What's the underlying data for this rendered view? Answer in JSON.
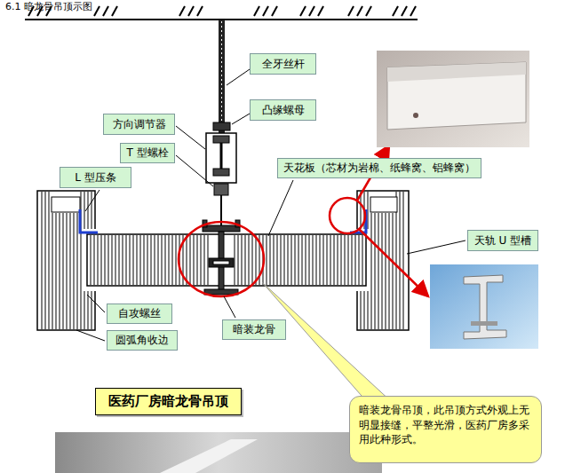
{
  "diagram": {
    "title": "6.1 暗龙骨吊顶示图",
    "nodes": [
      {
        "text": [
          "全牙丝杆"
        ]
      },
      {
        "text": [
          "凸缘螺母"
        ]
      },
      {
        "text": [
          "方向调节器"
        ]
      },
      {
        "text": [
          "T 型螺栓"
        ]
      },
      {
        "text": [
          "L 型压条"
        ]
      },
      {
        "text": [
          "天花板（芯材为岩棉、纸蜂窝、铝蜂窝）"
        ]
      },
      {
        "text": [
          "天轨 U 型槽"
        ]
      },
      {
        "text": [
          "自攻螺丝"
        ]
      },
      {
        "text": [
          "暗装龙骨"
        ]
      },
      {
        "text": [
          "圆弧角收边"
        ]
      },
      {
        "text": [
          "医药厂房暗龙骨吊顶"
        ]
      },
      {
        "text": [
          "暗装龙骨吊顶，此吊顶方式外观上无明显接缝，平整光滑，医药厂房多采用此种形式。"
        ]
      }
    ]
  }
}
